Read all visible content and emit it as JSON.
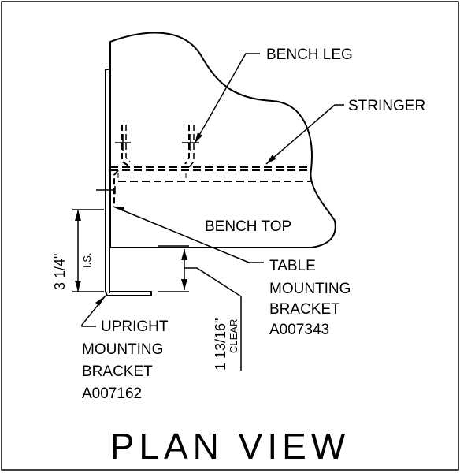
{
  "labels": {
    "bench_leg": "BENCH LEG",
    "stringer": "STRINGER",
    "bench_top": "BENCH TOP",
    "table_bracket": [
      "TABLE",
      "MOUNTING",
      "BRACKET",
      "A007343"
    ],
    "upright_bracket": [
      "UPRIGHT",
      "MOUNTING",
      "BRACKET",
      "A007162"
    ],
    "dim_left": "3 1/4\"",
    "dim_left_sub": "I.S.",
    "dim_right": "1 13/16\"",
    "dim_right_sub": "CLEAR",
    "view_title": "PLAN VIEW"
  },
  "colors": {
    "ink": "#000000",
    "paper": "#ffffff"
  }
}
